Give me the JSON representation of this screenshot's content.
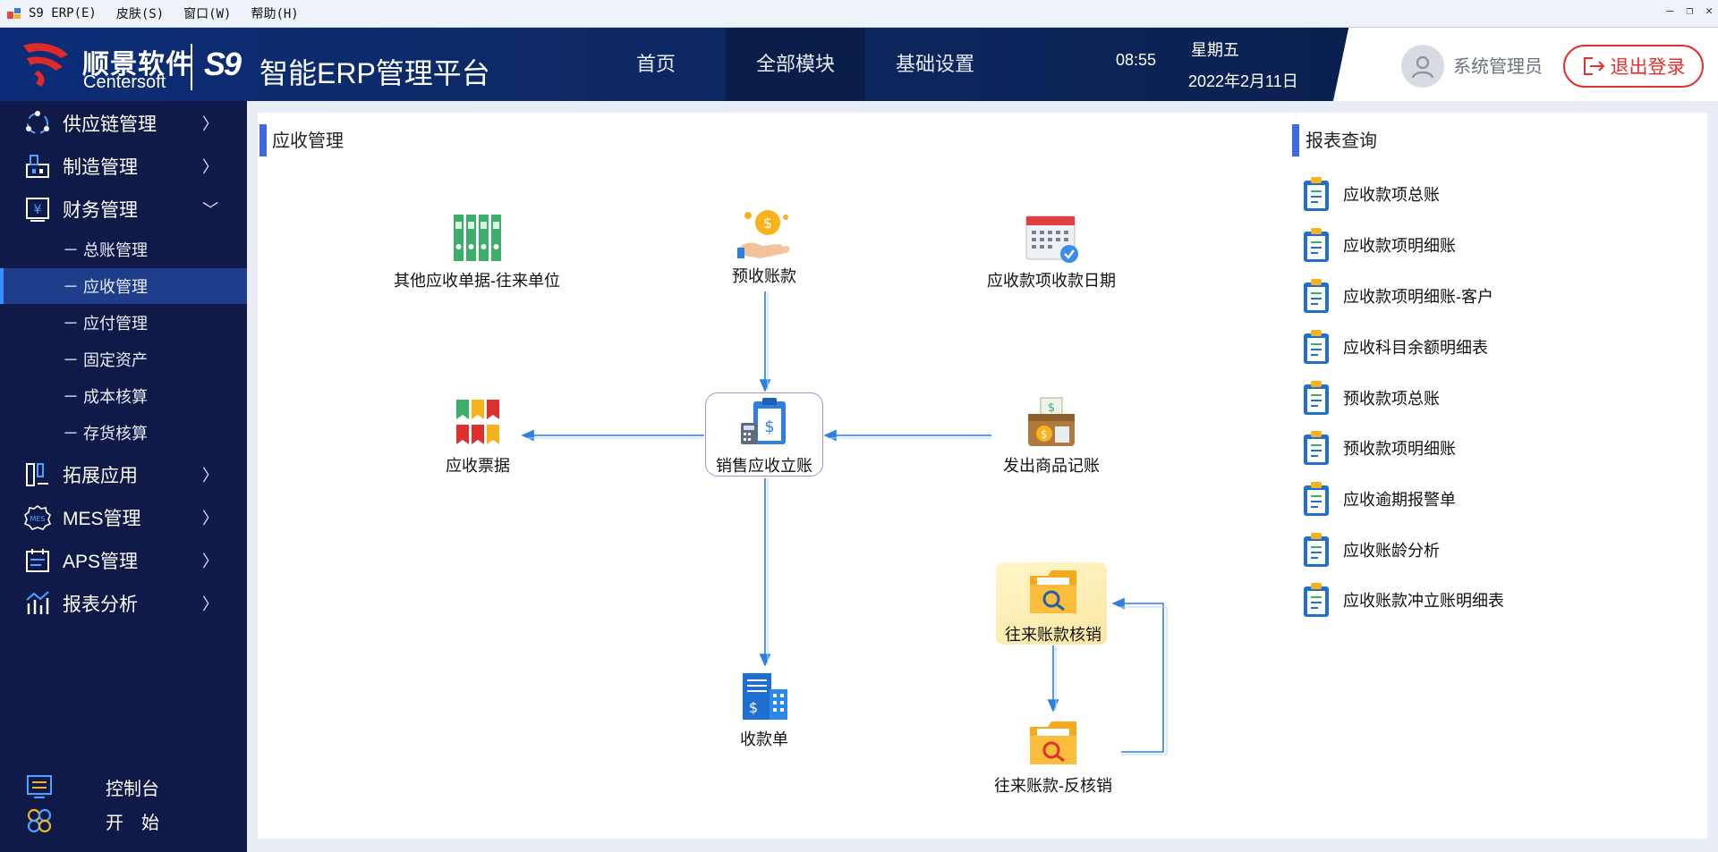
{
  "window": {
    "menu": [
      "S9 ERP(E)",
      "皮肤(S)",
      "窗口(W)",
      "帮助(H)"
    ],
    "controls": [
      "–",
      "❐",
      "✕"
    ]
  },
  "header": {
    "brand_cn": "顺景软件",
    "brand_en": "Centersoft",
    "product_code": "S9",
    "platform": "智能ERP管理平台",
    "tabs": [
      {
        "label": "首页",
        "active": false
      },
      {
        "label": "全部模块",
        "active": true
      },
      {
        "label": "基础设置",
        "active": false
      }
    ],
    "time": "08:55",
    "weekday": "星期五",
    "date": "2022年2月11日",
    "user": "系统管理员",
    "logout": "退出登录"
  },
  "sidebar": {
    "items": [
      {
        "label": "供应链管理",
        "icon": "supply-chain-icon",
        "expanded": false
      },
      {
        "label": "制造管理",
        "icon": "manufacturing-icon",
        "expanded": false
      },
      {
        "label": "财务管理",
        "icon": "finance-icon",
        "expanded": true
      },
      {
        "label": "拓展应用",
        "icon": "extension-icon",
        "expanded": false
      },
      {
        "label": "MES管理",
        "icon": "mes-icon",
        "expanded": false
      },
      {
        "label": "APS管理",
        "icon": "aps-icon",
        "expanded": false
      },
      {
        "label": "报表分析",
        "icon": "report-analysis-icon",
        "expanded": false
      }
    ],
    "finance_sub": [
      {
        "label": "－ 总账管理",
        "active": false
      },
      {
        "label": "－ 应收管理",
        "active": true
      },
      {
        "label": "－ 应付管理",
        "active": false
      },
      {
        "label": "－ 固定资产",
        "active": false
      },
      {
        "label": "－ 成本核算",
        "active": false
      },
      {
        "label": "－ 存货核算",
        "active": false
      }
    ],
    "bottom": [
      {
        "label": "控制台",
        "icon": "console-icon"
      },
      {
        "label": "开　始",
        "icon": "start-icon"
      }
    ]
  },
  "main": {
    "section_title": "应收管理",
    "nodes": {
      "other_docs": "其他应收单据-往来单位",
      "prepay": "预收账款",
      "due_date": "应收款项收款日期",
      "bills": "应收票据",
      "sales_ar": "销售应收立账",
      "shipment": "发出商品记账",
      "writeoff": "往来账款核销",
      "receipt": "收款单",
      "reverse": "往来账款-反核销"
    }
  },
  "reports": {
    "title": "报表查询",
    "items": [
      "应收款项总账",
      "应收款项明细账",
      "应收款项明细账-客户",
      "应收科目余额明细表",
      "预收款项总账",
      "预收款项明细账",
      "应收逾期报警单",
      "应收账龄分析",
      "应收账款冲立账明细表"
    ]
  },
  "colors": {
    "header_bg": "#0b2c78",
    "sidebar_bg": "#0f1a49",
    "active_sub": "#1e3d8a",
    "accent_bar": "#3e6ae0",
    "logout_red": "#e0312f",
    "arrow": "#2d7fe0"
  }
}
